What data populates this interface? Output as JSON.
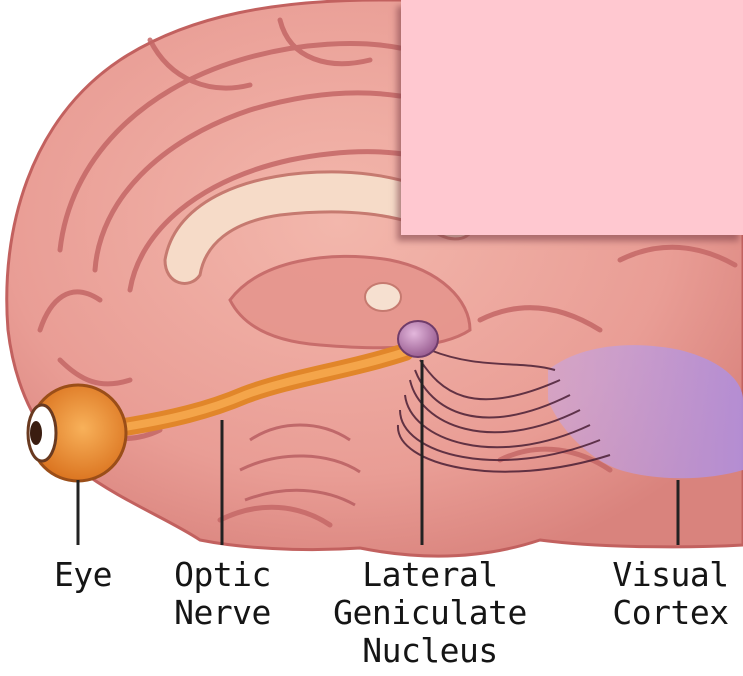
{
  "colors": {
    "brain_tissue": "#eba29a",
    "brain_dark": "#c96d69",
    "corpus_callosum": "#f6dbc8",
    "eye_orange": "#ee8a2a",
    "optic_nerve": "#e88a25",
    "lgn_purple": "#b07aa9",
    "visual_cortex": "#b79ce0",
    "mask_pink": "#ffc8d0",
    "label_text": "#151515"
  },
  "labels": {
    "eye": [
      "Eye"
    ],
    "optic_nerve": [
      "Optic",
      "Nerve"
    ],
    "lgn": [
      "Lateral",
      "Geniculate",
      "Nucleus"
    ],
    "visual_cortex": [
      "Visual",
      "Cortex"
    ]
  }
}
